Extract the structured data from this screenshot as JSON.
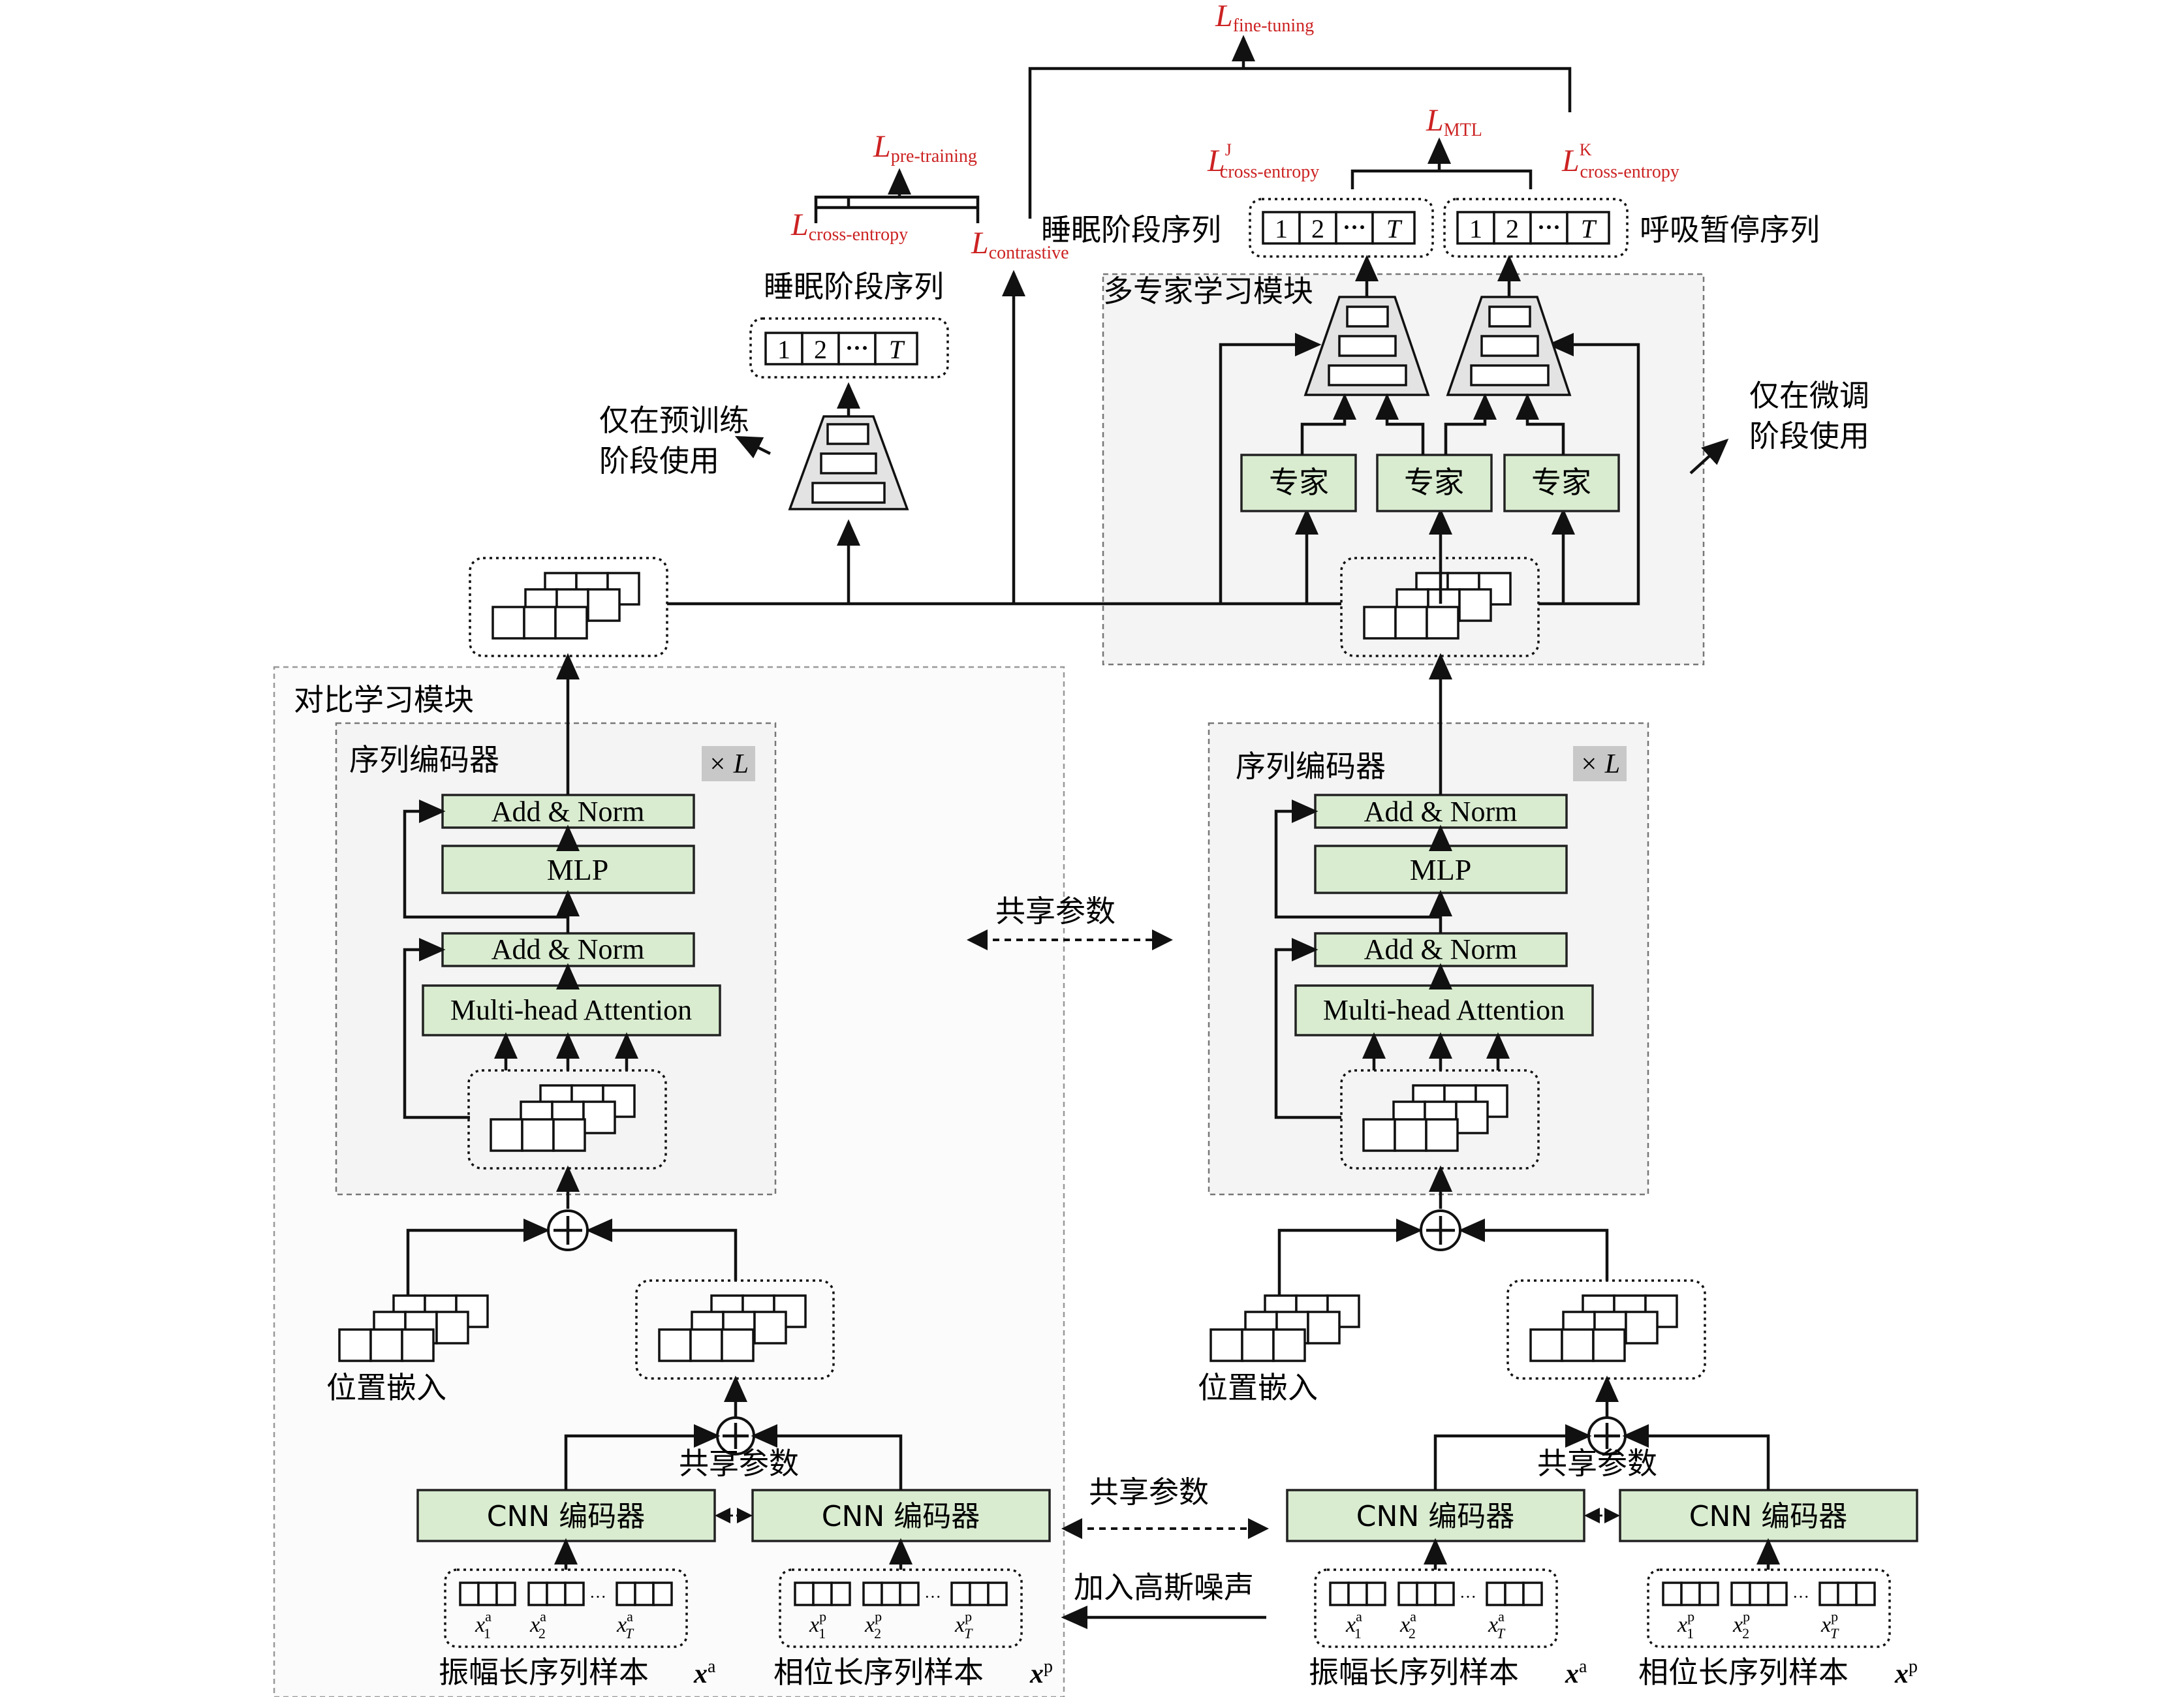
{
  "losses": {
    "L": "L",
    "fine_tuning_sub": "fine-tuning",
    "pre_training_sub": "pre-training",
    "mtl_sub": "MTL",
    "cross_entropy_sub": "cross-entropy",
    "contrastive_sub": "contrastive",
    "sup_j": "J",
    "sup_k": "K"
  },
  "outputs": {
    "sleep_stage_seq": "睡眠阶段序列",
    "apnea_seq": "呼吸暂停序列",
    "seq_tokens": [
      "1",
      "2",
      "···",
      "T"
    ]
  },
  "notes": {
    "pretrain_only": [
      "仅在预训练",
      "阶段使用"
    ],
    "finetune_only": [
      "仅在微调",
      "阶段使用"
    ],
    "shared_params": "共享参数",
    "add_gaussian_noise": "加入高斯噪声"
  },
  "modules": {
    "moe": "多专家学习模块",
    "expert": "专家",
    "contrastive": "对比学习模块",
    "seq_encoder": "序列编码器",
    "times_L": "× L",
    "add_norm": "Add & Norm",
    "mlp": "MLP",
    "mha": "Multi-head Attention",
    "pos_embed": "位置嵌入",
    "cnn_encoder": "CNN 编码器"
  },
  "inputs": {
    "amp_label": "振幅长序列样本",
    "phase_label": "相位长序列样本",
    "x": "x",
    "sup_a": "a",
    "sup_p": "p",
    "sub_1": "1",
    "sub_2": "2",
    "sub_T": "T",
    "ellipsis": "···"
  }
}
